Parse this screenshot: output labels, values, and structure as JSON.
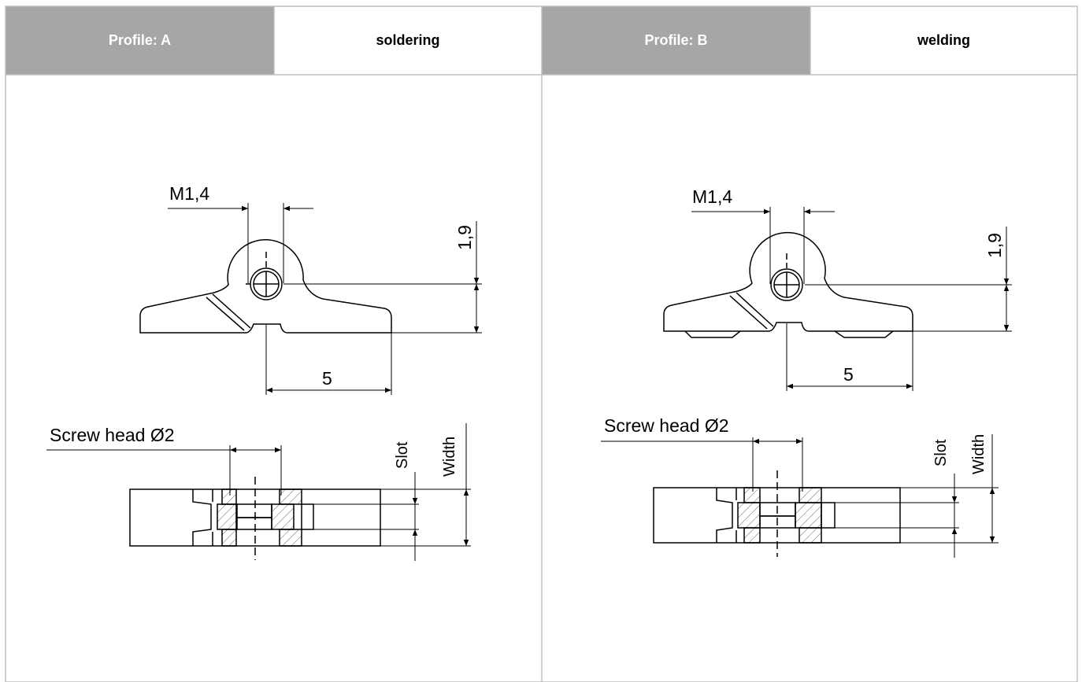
{
  "header": {
    "profile_a": "Profile: A",
    "process_a": "soldering",
    "profile_b": "Profile: B",
    "process_b": "welding"
  },
  "panels": {
    "a": {
      "thread_label": "M1,4",
      "height_label": "1,9",
      "length_label": "5",
      "screw_head_label": "Screw head Ø2",
      "slot_label": "Slot",
      "width_label": "Width"
    },
    "b": {
      "thread_label": "M1,4",
      "height_label": "1,9",
      "length_label": "5",
      "screw_head_label": "Screw head Ø2",
      "slot_label": "Slot",
      "width_label": "Width"
    }
  },
  "colors": {
    "header_grey": "#a6a6a6",
    "grid_line": "#bfbfbf",
    "drawing_line": "#000000"
  }
}
